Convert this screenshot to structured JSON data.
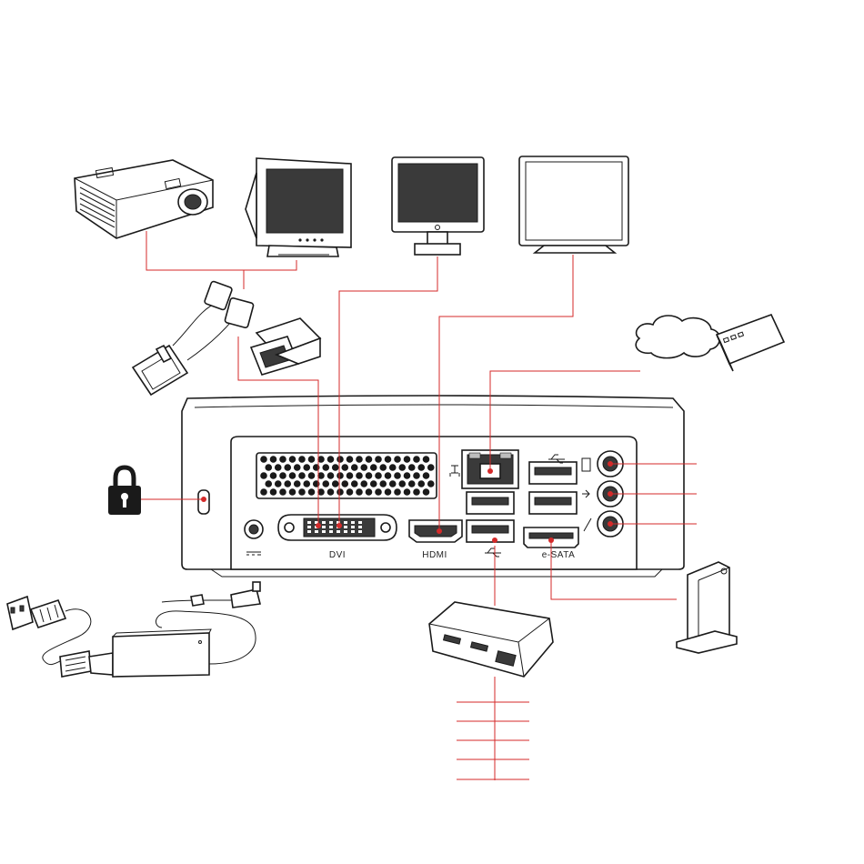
{
  "title": "",
  "colors": {
    "connection_line": "#d42a2a",
    "outline": "#1a1a1a",
    "screen": "#3a3a3a",
    "background": "#ffffff"
  },
  "ports": {
    "dvi_label": "DVI",
    "hdmi_label": "HDMI",
    "esata_label": "e-SATA"
  },
  "icons": {
    "devices": [
      "projector-icon",
      "crt-monitor-icon",
      "lcd-monitor-icon",
      "flat-panel-monitor-icon",
      "cloud-icon",
      "network-router-icon",
      "lock-icon",
      "power-adapter-icon",
      "usb-hub-icon",
      "external-drive-icon"
    ],
    "port_symbols": [
      "network-symbol-icon",
      "usb-symbol-icon",
      "headphone-symbol-icon",
      "line-in-symbol-icon",
      "microphone-symbol-icon",
      "dc-in-symbol-icon"
    ]
  }
}
